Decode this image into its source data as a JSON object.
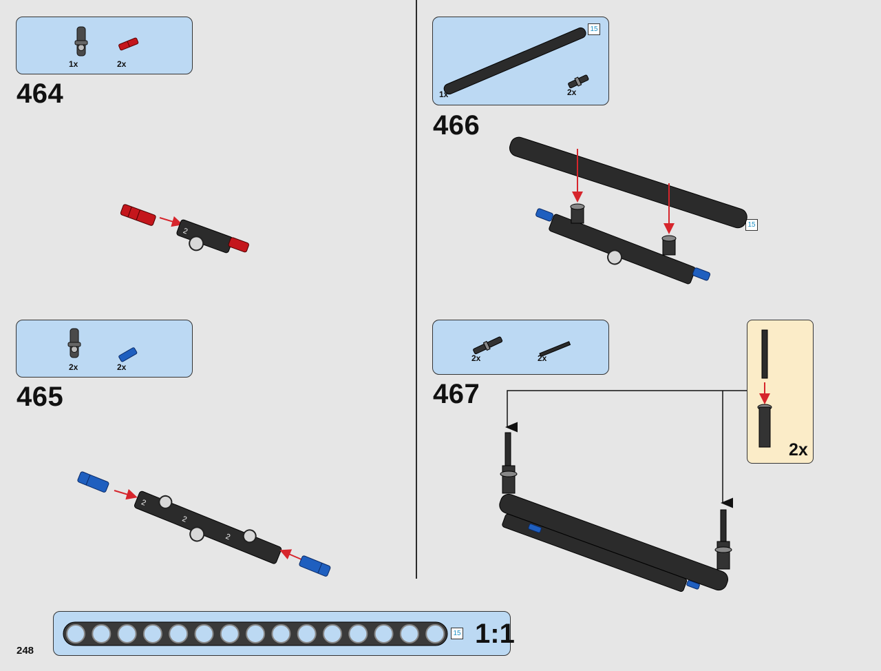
{
  "page_number": "248",
  "steps": [
    {
      "number": "464",
      "parts": [
        {
          "qty": "1x",
          "name": "2l-connector-gray"
        },
        {
          "qty": "2x",
          "name": "axle-pin-red"
        }
      ]
    },
    {
      "number": "465",
      "parts": [
        {
          "qty": "2x",
          "name": "2l-connector-gray"
        },
        {
          "qty": "2x",
          "name": "axle-pin-blue"
        }
      ]
    },
    {
      "number": "466",
      "parts": [
        {
          "qty": "1x",
          "name": "liftarm-15-black"
        },
        {
          "qty": "2x",
          "name": "pin-with-bush"
        }
      ],
      "length_tag": "15",
      "beam_tag": "15"
    },
    {
      "number": "467",
      "parts": [
        {
          "qty": "2x",
          "name": "pin-with-axle-black"
        },
        {
          "qty": "2x",
          "name": "axle-black"
        }
      ],
      "callout_qty": "2x"
    }
  ],
  "scale": {
    "length_tag": "15",
    "label": "1:1"
  },
  "colors": {
    "parts_box": "#bcd9f3",
    "callout": "#fbecc8",
    "arrow_red": "#d6252c",
    "brick_red": "#c4161c",
    "brick_blue": "#1f5fbf",
    "brick_black": "#2b2b2b",
    "length_tag_text": "#1a8fc4"
  }
}
